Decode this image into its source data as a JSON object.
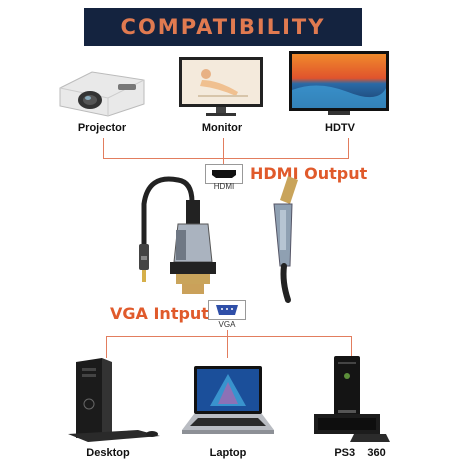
{
  "banner": {
    "title": "COMPATIBILITY"
  },
  "top_devices": [
    {
      "label": "Projector"
    },
    {
      "label": "Monitor"
    },
    {
      "label": "HDTV"
    }
  ],
  "hdmi": {
    "port_caption": "HDMI",
    "title": "HDMI Output"
  },
  "vga": {
    "port_caption": "VGA",
    "title": "VGA Intput"
  },
  "bottom_devices": [
    {
      "label": "Desktop"
    },
    {
      "label": "Laptop"
    },
    {
      "label": "PS3    360"
    }
  ],
  "colors": {
    "accent": "#e05a2b",
    "line": "#e27d5e",
    "banner_bg": "#14233f",
    "banner_text": "#e07a50"
  }
}
